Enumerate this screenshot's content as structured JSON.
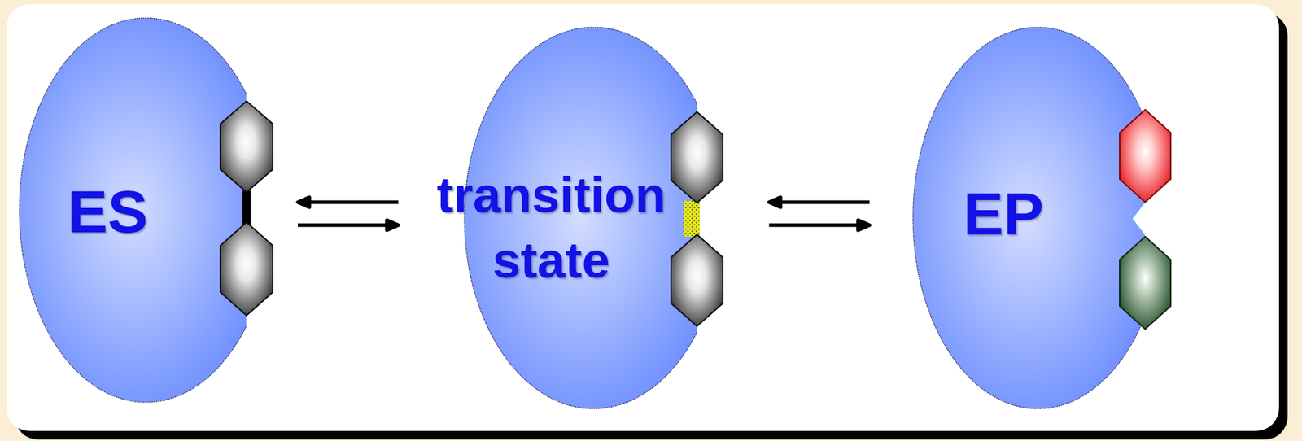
{
  "diagram": {
    "nodes": [
      {
        "text": [
          "ES"
        ]
      },
      {
        "text": [
          "transition state"
        ]
      },
      {
        "text": [
          "EP"
        ]
      }
    ],
    "edges": [
      {
        "from": 0,
        "to": 1,
        "arrow": "both"
      },
      {
        "from": 1,
        "to": 2,
        "arrow": "both"
      }
    ]
  }
}
